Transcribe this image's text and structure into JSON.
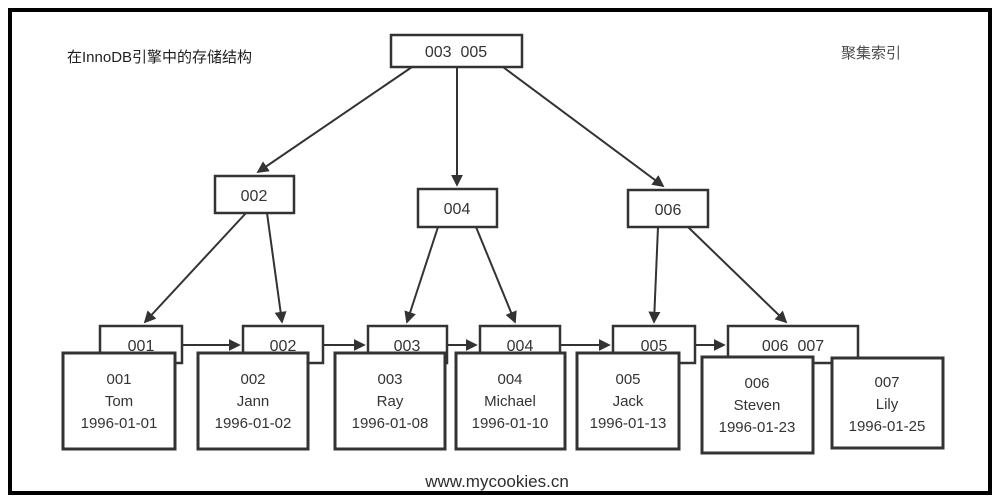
{
  "header": {
    "title": "在InnoDB引擎中的存储结构",
    "index_type_label": "聚集索引"
  },
  "footer": {
    "watermark": "www.mycookies.cn"
  },
  "tree": {
    "root_label": "003  005",
    "internal_nodes": [
      {
        "label": "002"
      },
      {
        "label": "004"
      },
      {
        "label": "006"
      }
    ],
    "leaf_nodes": [
      {
        "label": "001"
      },
      {
        "label": "002"
      },
      {
        "label": "003"
      },
      {
        "label": "004"
      },
      {
        "label": "005"
      },
      {
        "label": "006  007"
      }
    ],
    "records": [
      {
        "id": "001",
        "name": "Tom",
        "date": "1996-01-01"
      },
      {
        "id": "002",
        "name": "Jann",
        "date": "1996-01-02"
      },
      {
        "id": "003",
        "name": "Ray",
        "date": "1996-01-08"
      },
      {
        "id": "004",
        "name": "Michael",
        "date": "1996-01-10"
      },
      {
        "id": "005",
        "name": "Jack",
        "date": "1996-01-13"
      },
      {
        "id": "006",
        "name": "Steven",
        "date": "1996-01-23"
      },
      {
        "id": "007",
        "name": "Lily",
        "date": "1996-01-25"
      }
    ]
  },
  "colors": {
    "line": "#333333",
    "text": "#333333",
    "frame": "#000000",
    "background": "#ffffff"
  }
}
